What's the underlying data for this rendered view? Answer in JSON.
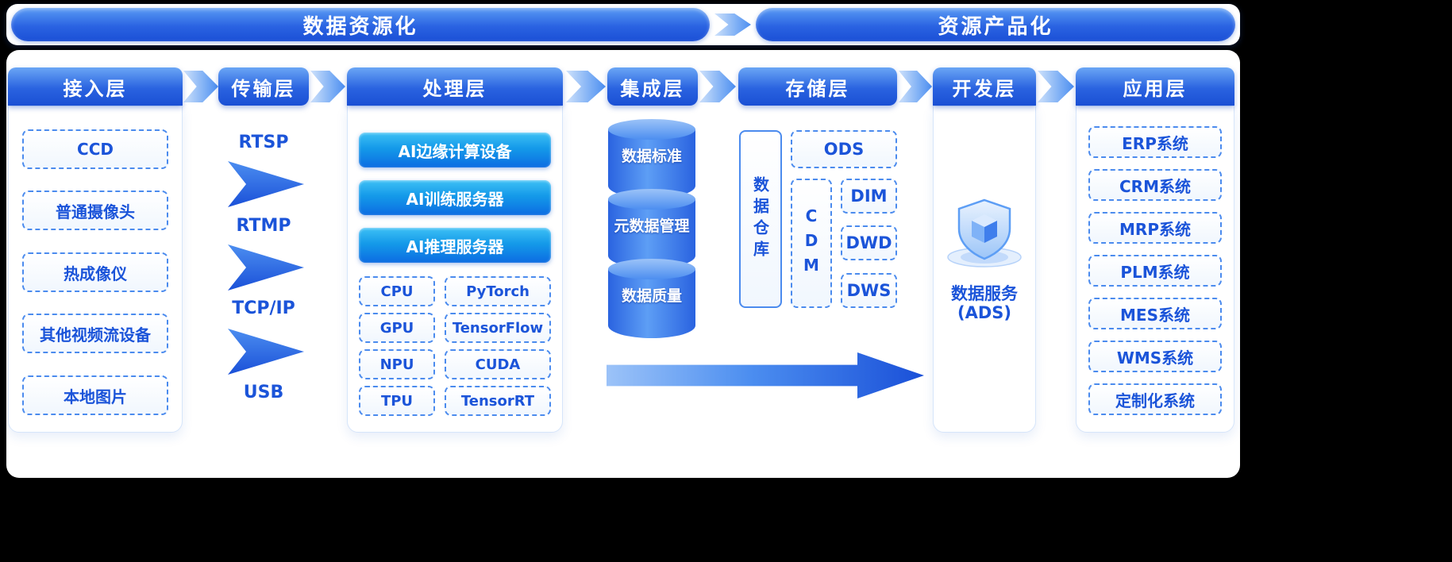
{
  "colors": {
    "accent_blue": "#1b54d9",
    "header_gradient_top": "#6aa6f5",
    "header_gradient_bottom": "#1a4fd4",
    "button_gradient_top": "#3ec0f5",
    "button_gradient_bottom": "#0c6ce2",
    "background": "#000000",
    "card_background": "#ffffff"
  },
  "banner": {
    "left_label": "数据资源化",
    "right_label": "资源产品化"
  },
  "access_layer": {
    "title": "接入层",
    "items": [
      "CCD",
      "普通摄像头",
      "热成像仪",
      "其他视频流设备",
      "本地图片"
    ]
  },
  "transport_layer": {
    "title": "传输层",
    "protocols": [
      "RTSP",
      "RTMP",
      "TCP/IP",
      "USB"
    ]
  },
  "processing_layer": {
    "title": "处理层",
    "servers": [
      "AI边缘计算设备",
      "AI训练服务器",
      "AI推理服务器"
    ],
    "hardware": [
      "CPU",
      "GPU",
      "NPU",
      "TPU"
    ],
    "frameworks": [
      "PyTorch",
      "TensorFlow",
      "CUDA",
      "TensorRT"
    ]
  },
  "integration_layer": {
    "title": "集成层",
    "cylinders": [
      "数据标准",
      "元数据管理",
      "数据质量"
    ]
  },
  "storage_layer": {
    "title": "存储层",
    "warehouse_label": "数据仓库",
    "ods": "ODS",
    "cdm": "CDM",
    "dims": [
      "DIM",
      "DWD",
      "DWS"
    ]
  },
  "development_layer": {
    "title": "开发层",
    "service_label": "数据服务",
    "service_sub": "(ADS)"
  },
  "application_layer": {
    "title": "应用层",
    "systems": [
      "ERP系统",
      "CRM系统",
      "MRP系统",
      "PLM系统",
      "MES系统",
      "WMS系统",
      "定制化系统"
    ]
  }
}
